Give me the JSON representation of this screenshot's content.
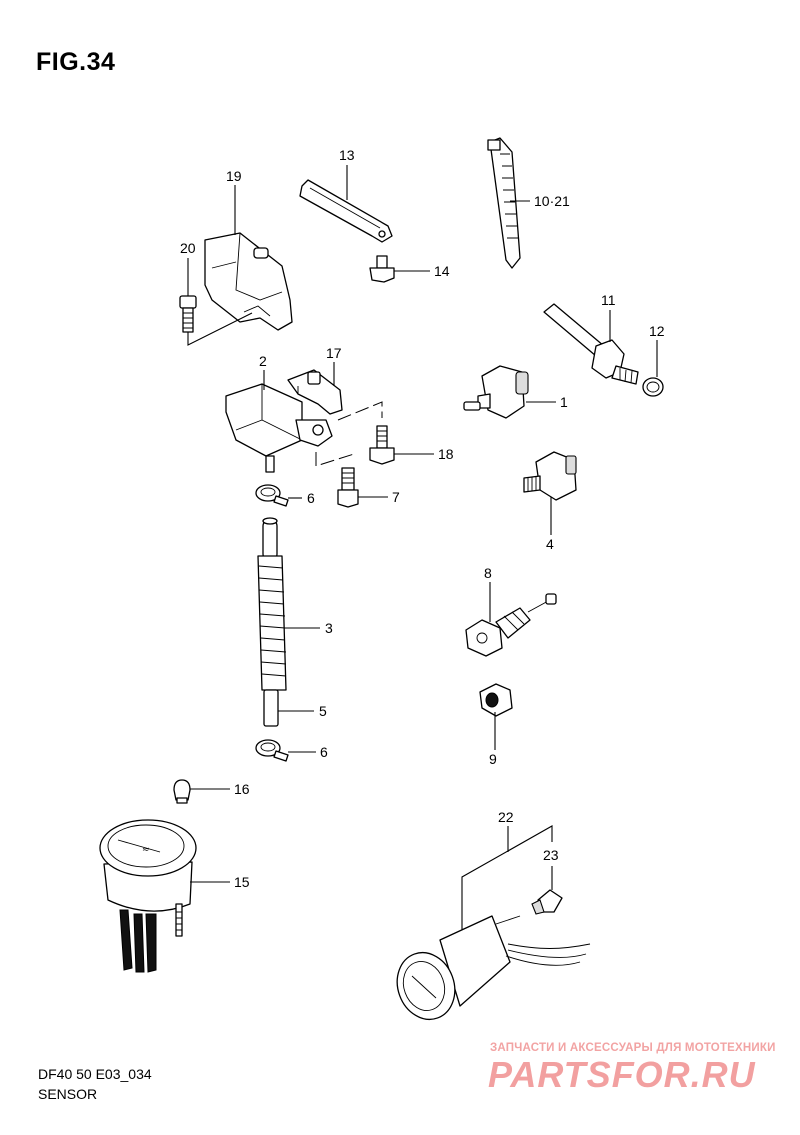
{
  "figure": {
    "title": "FIG.34",
    "code": "DF40 50 E03_034",
    "name": "SENSOR"
  },
  "callouts": {
    "c1": "1",
    "c2": "2",
    "c3": "3",
    "c4": "4",
    "c5": "5",
    "c6a": "6",
    "c6b": "6",
    "c7": "7",
    "c8": "8",
    "c9": "9",
    "c10_21": "10·21",
    "c11": "11",
    "c12": "12",
    "c13": "13",
    "c14": "14",
    "c15": "15",
    "c16": "16",
    "c17": "17",
    "c18": "18",
    "c19": "19",
    "c20": "20",
    "c22": "22",
    "c23": "23"
  },
  "watermark": {
    "caption": "ЗАПЧАСТИ И АКСЕССУАРЫ ДЛЯ МОТОТЕХНИКИ",
    "logo": "PARTSFOR.RU",
    "color": "#f2a0a0"
  }
}
